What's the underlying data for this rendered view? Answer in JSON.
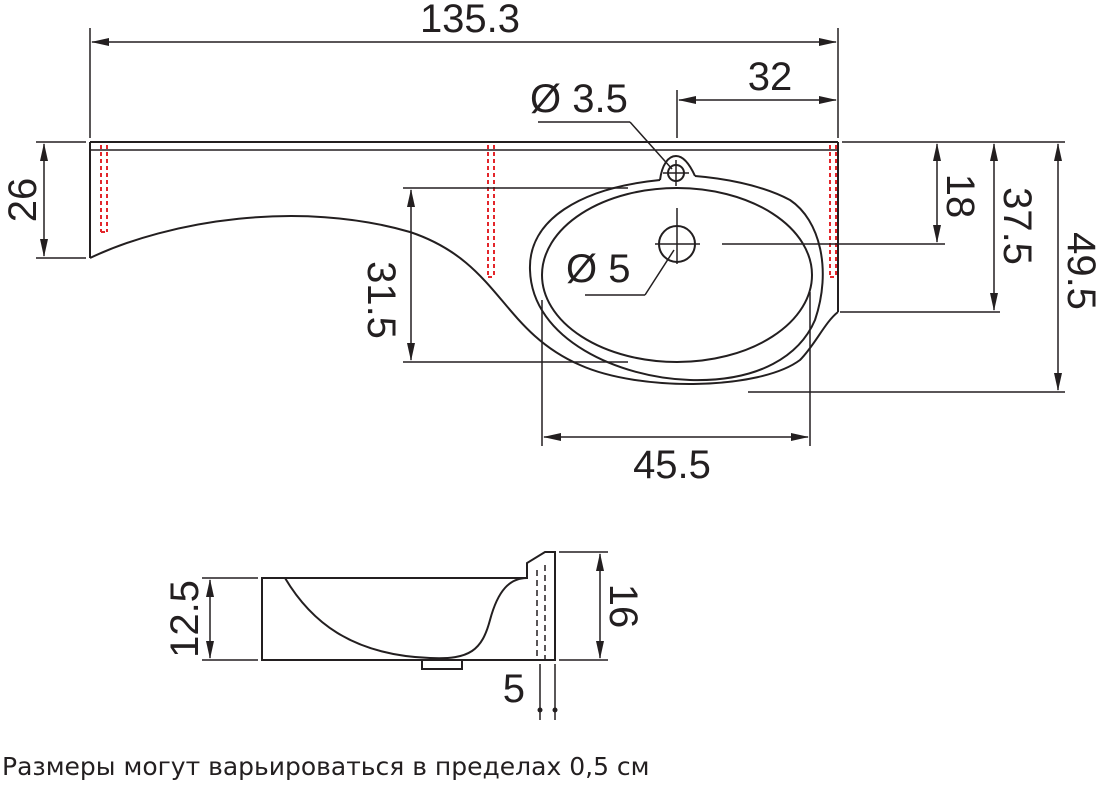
{
  "top_view": {
    "total_width": "135.3",
    "tap_offset": "32",
    "tap_hole": "Ø 3.5",
    "left_depth": "26",
    "drain_hole": "Ø 5",
    "bowl_depth": "31.5",
    "drain_offset": "18",
    "right_depth": "37.5",
    "total_depth": "49.5",
    "bowl_width": "45.5"
  },
  "side_view": {
    "bowl_height": "12.5",
    "back_height": "16",
    "wall_thickness": "5"
  },
  "note": "Размеры могут варьироваться в пределах 0,5 см",
  "colors": {
    "line": "#231f20",
    "fixing_marks": "#e3262b"
  }
}
